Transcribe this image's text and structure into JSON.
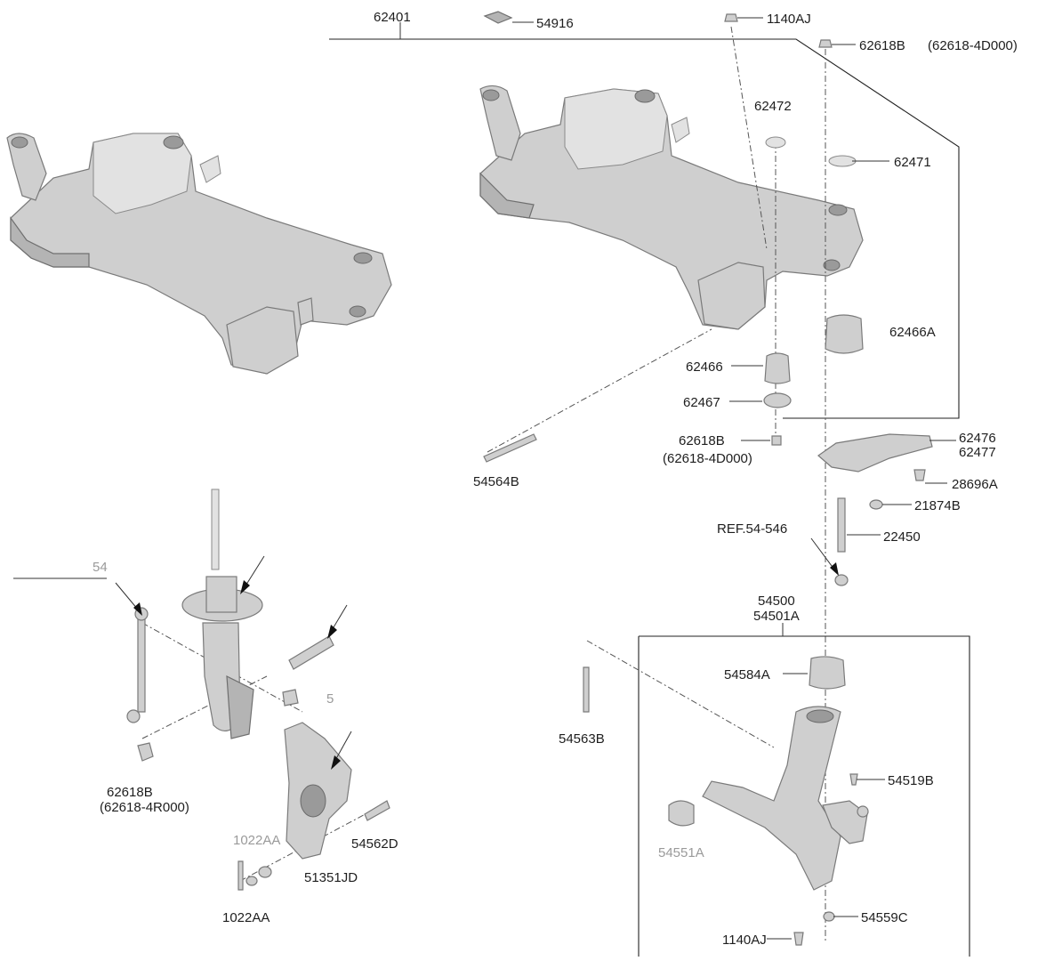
{
  "diagram": {
    "labels": {
      "l62401": "62401",
      "l54916": "54916",
      "l1140AJ_top": "1140AJ",
      "l62618B_top": "62618B",
      "l62618_4D000_top": "(62618-4D000)",
      "l62472": "62472",
      "l62471": "62471",
      "l62466A": "62466A",
      "l62466": "62466",
      "l62467": "62467",
      "l62618B_mid": "62618B",
      "l62618_4D000_mid": "(62618-4D000)",
      "l54564B": "54564B",
      "l62476": "62476",
      "l62477": "62477",
      "l28696A": "28696A",
      "l21874B": "21874B",
      "lREF54546": "REF.54-546",
      "l22450": "22450",
      "l54500": "54500",
      "l54501A": "54501A",
      "l54584A": "54584A",
      "l54563B": "54563B",
      "l54519B": "54519B",
      "l54551A": "54551A",
      "l54559C": "54559C",
      "l1140AJ_bot": "1140AJ",
      "l62618B_left": "62618B",
      "l62618_4R000": "(62618-4R000)",
      "l54562D": "54562D",
      "l51351JD": "51351JD",
      "l1022AA": "1022AA",
      "l1022AA_top": "1022AA",
      "l5_left": "54",
      "l5_nut": "5"
    },
    "colors": {
      "part": "#cfcfcf",
      "part_outline": "#7a7a7a",
      "leader": "#333333",
      "label": "#1e1e1e"
    }
  }
}
